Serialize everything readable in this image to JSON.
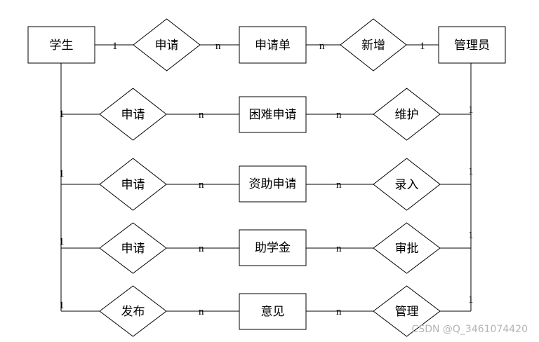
{
  "entities": {
    "student": "学生",
    "application_form": "申请单",
    "administrator": "管理员",
    "hardship_application": "困难申请",
    "aid_application": "资助申请",
    "scholarship": "助学金",
    "feedback": "意见"
  },
  "relationships": {
    "r1": "申请",
    "r2": "新增",
    "r3": "申请",
    "r4": "维护",
    "r5": "申请",
    "r6": "录入",
    "r7": "申请",
    "r8": "审批",
    "r9": "发布",
    "r10": "管理"
  },
  "cardinalities": {
    "one": "1",
    "many": "n"
  },
  "watermark": "CSDN @Q_3461074420"
}
